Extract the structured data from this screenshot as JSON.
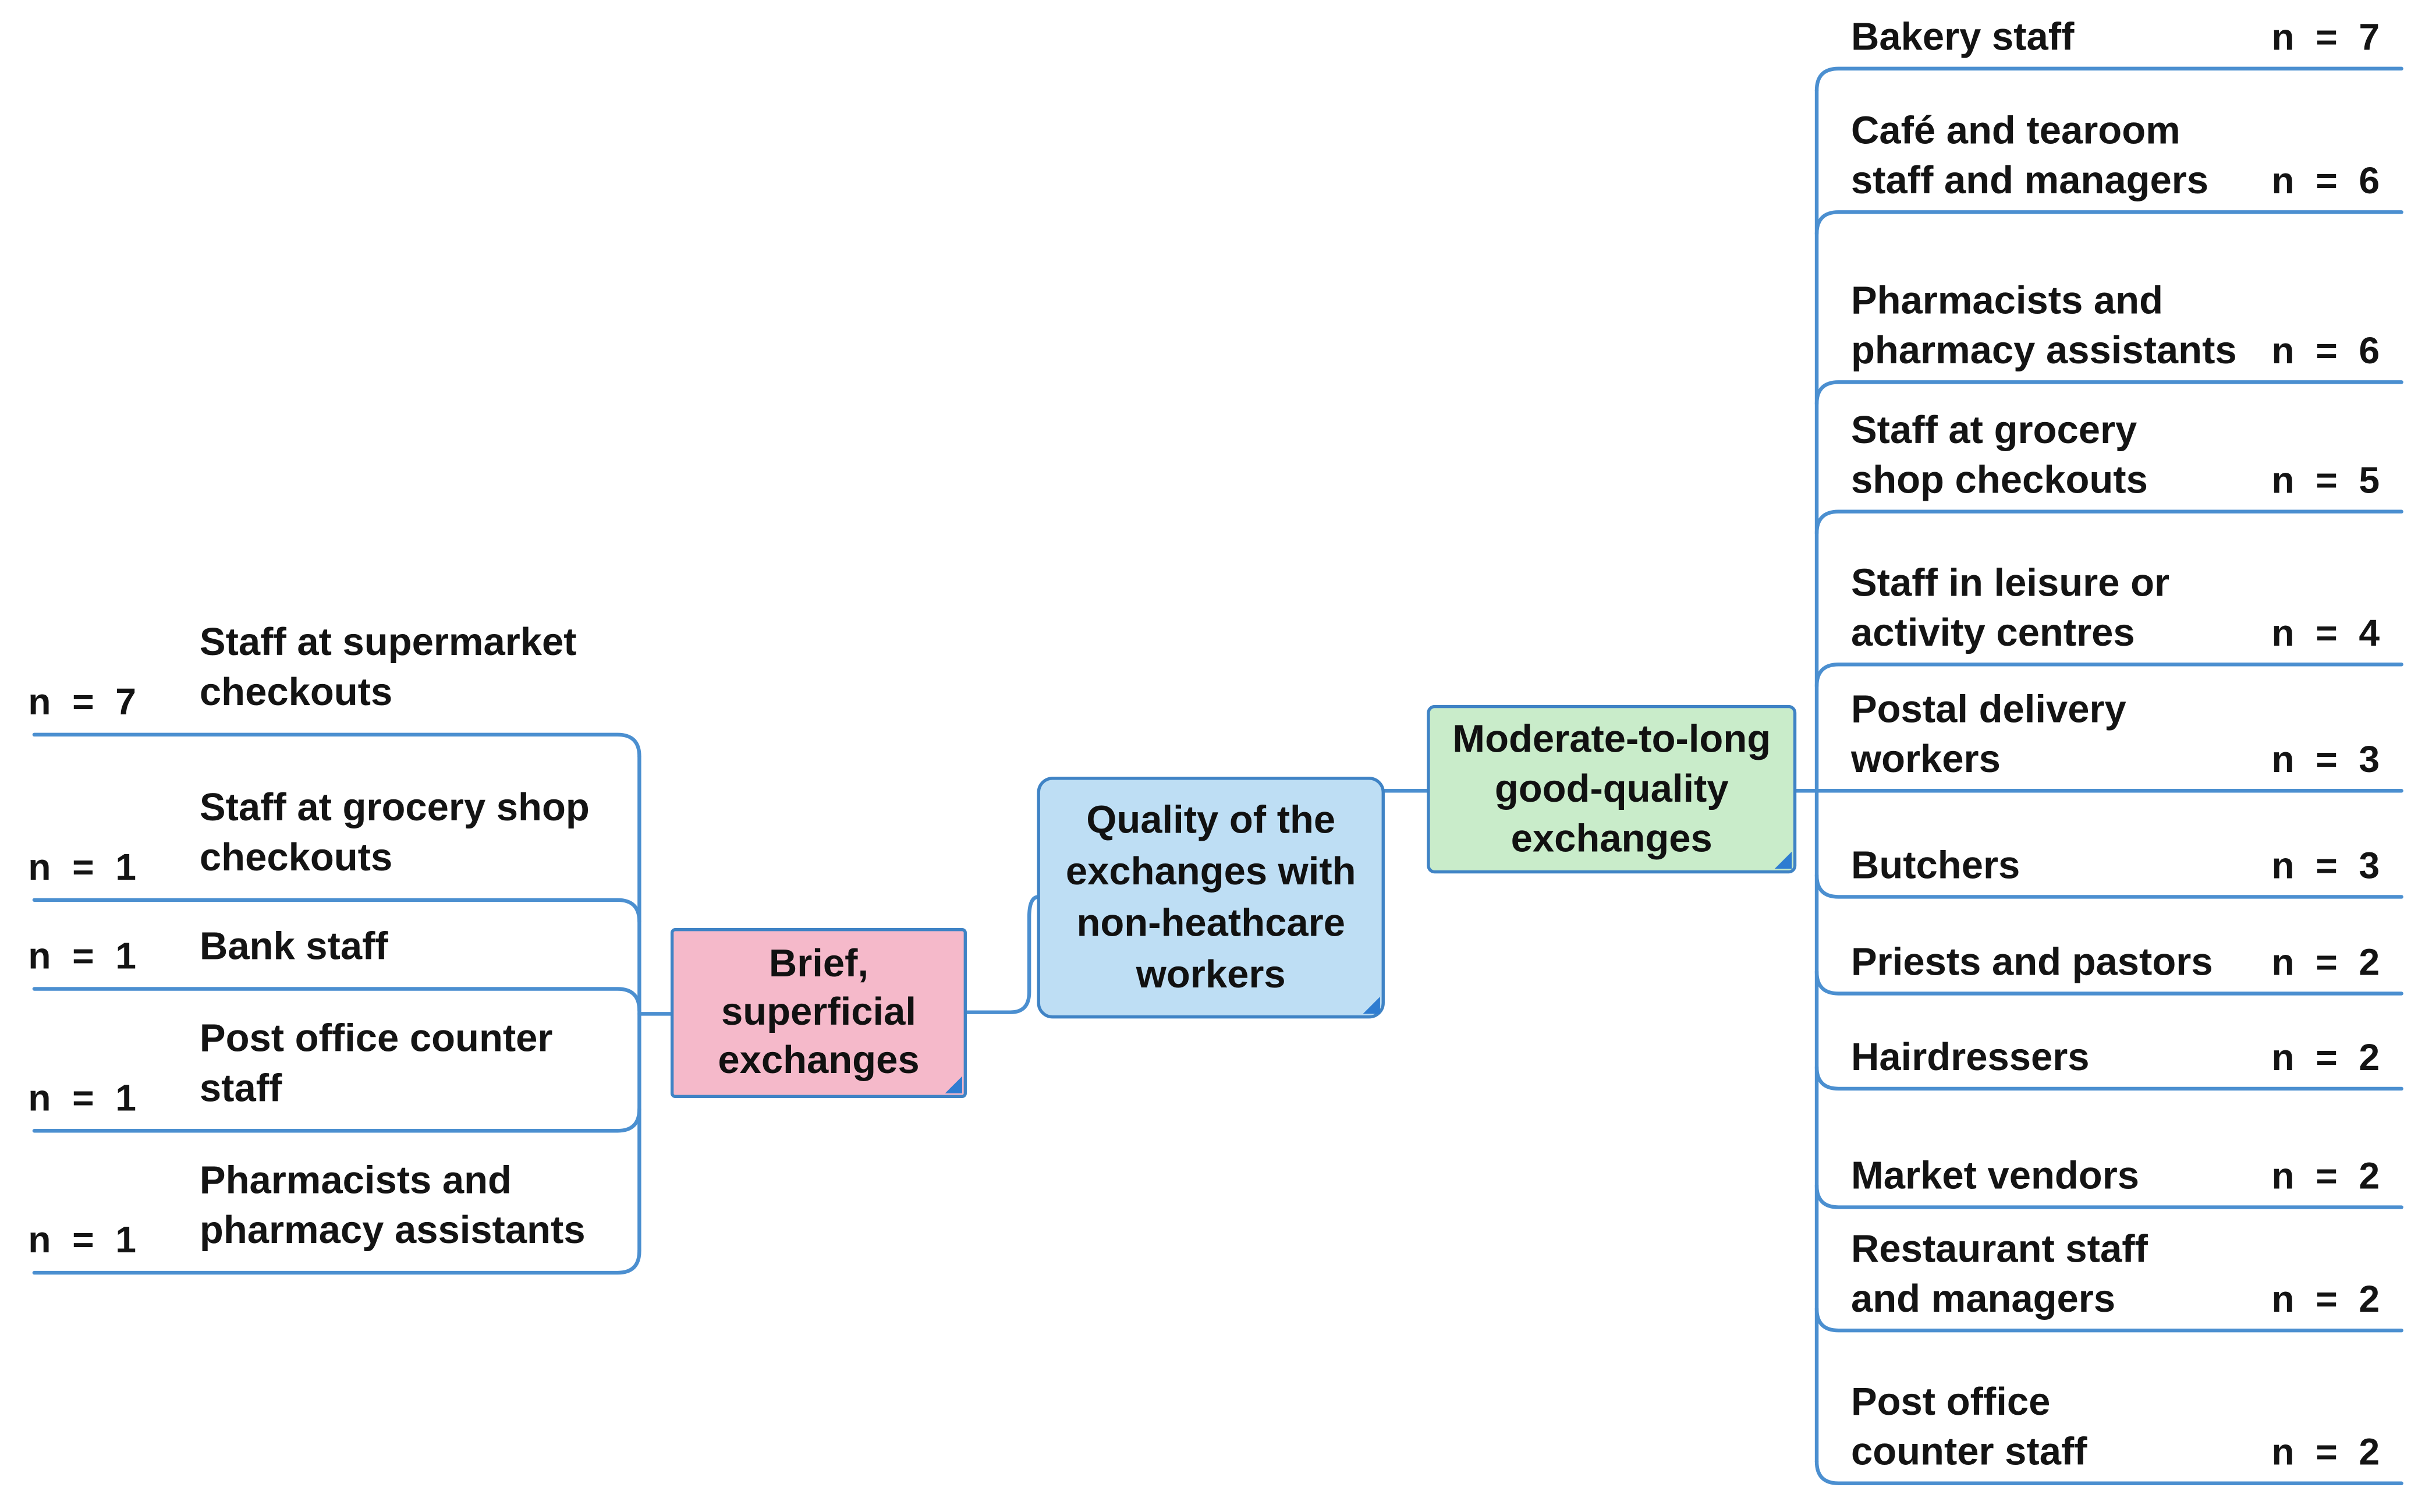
{
  "root": {
    "label": "Quality of the\nexchanges with\nnon-heathcare\nworkers"
  },
  "branches": [
    {
      "id": "brief",
      "label": "Brief,\nsuperficial\nexchanges",
      "side": "left",
      "items": [
        {
          "label": "Staff at supermarket\ncheckouts",
          "n": "n = 7"
        },
        {
          "label": "Staff at grocery shop\ncheckouts",
          "n": "n = 1"
        },
        {
          "label": "Bank staff",
          "n": "n = 1"
        },
        {
          "label": "Post office counter\nstaff",
          "n": "n = 1"
        },
        {
          "label": "Pharmacists and\npharmacy assistants",
          "n": "n = 1"
        }
      ]
    },
    {
      "id": "moderate",
      "label": "Moderate-to-long\ngood-quality\nexchanges",
      "side": "right",
      "items": [
        {
          "label": "Bakery staff",
          "n": "n = 7"
        },
        {
          "label": "Café and tearoom\nstaff and managers",
          "n": "n = 6"
        },
        {
          "label": "Pharmacists and\npharmacy assistants",
          "n": "n = 6"
        },
        {
          "label": "Staff at grocery\nshop checkouts",
          "n": "n = 5"
        },
        {
          "label": "Staff in leisure or\nactivity centres",
          "n": "n = 4"
        },
        {
          "label": "Postal delivery\nworkers",
          "n": "n = 3"
        },
        {
          "label": "Butchers",
          "n": "n = 3"
        },
        {
          "label": "Priests and pastors",
          "n": "n = 2"
        },
        {
          "label": "Hairdressers",
          "n": "n = 2"
        },
        {
          "label": "Market vendors",
          "n": "n = 2"
        },
        {
          "label": "Restaurant staff\nand managers",
          "n": "n = 2"
        },
        {
          "label": "Post office\ncounter staff",
          "n": "n = 2"
        }
      ]
    }
  ],
  "colors": {
    "line_blue": "#4b8fd0",
    "box_border": "#3f83c5",
    "root_fill": "#bedef4",
    "brief_fill": "#f5b9ca",
    "moderate_fill": "#c9ecca",
    "collapse_triangle": "#2e7cd1",
    "text": "#141414"
  }
}
